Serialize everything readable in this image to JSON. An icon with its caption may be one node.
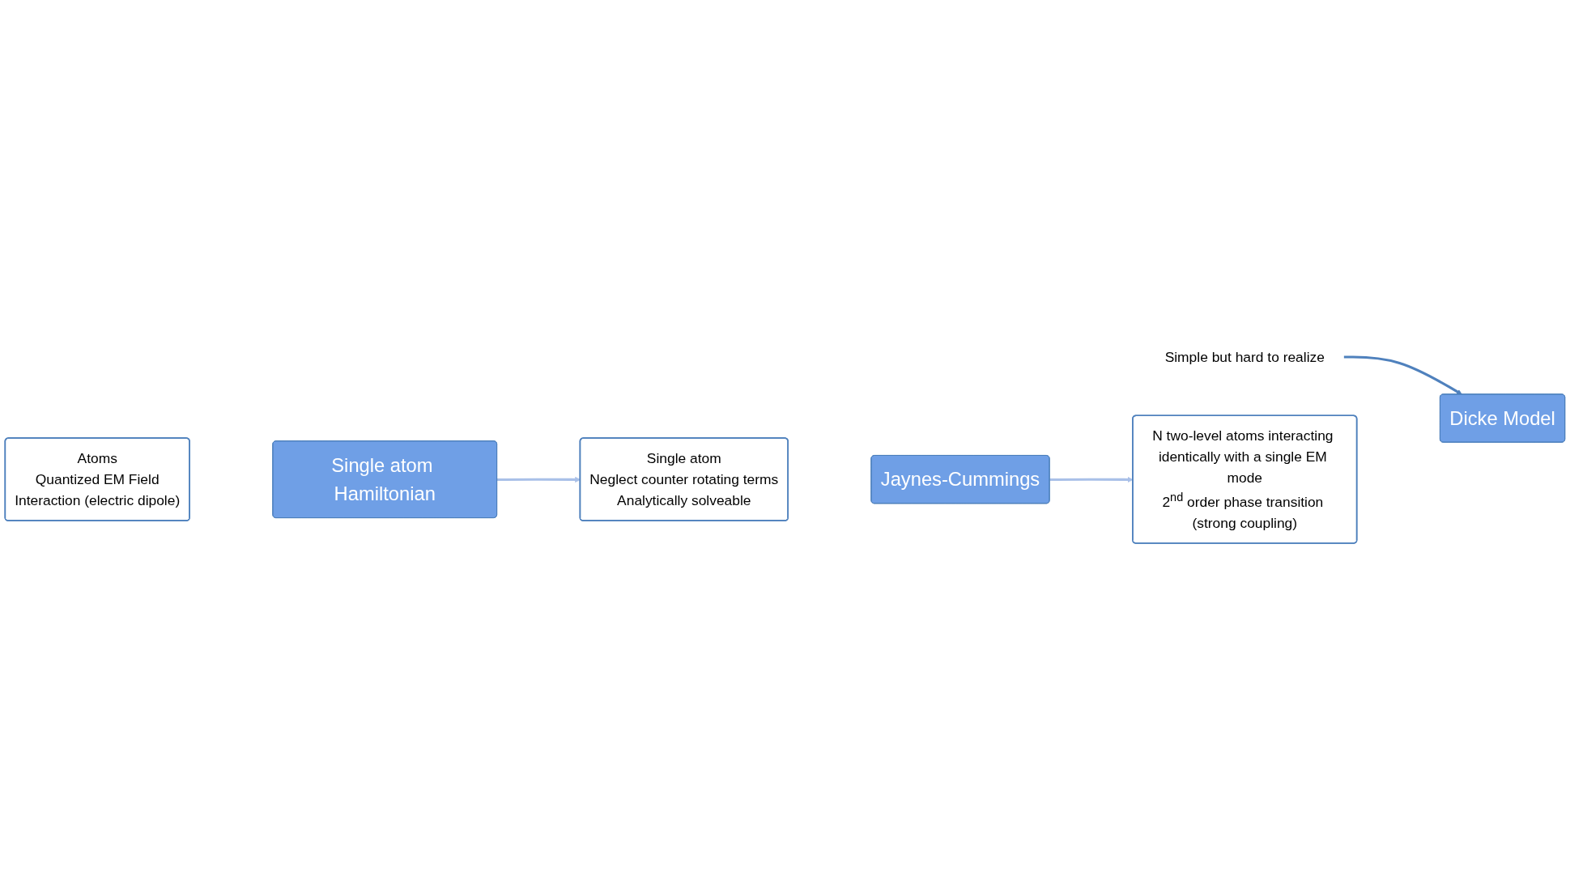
{
  "diagram": {
    "nodes": [
      {
        "text": [
          "Atoms",
          "Quantized EM Field",
          "Interaction (electric dipole)"
        ]
      },
      {
        "text": [
          "Single atom Hamiltonian"
        ]
      },
      {
        "text": [
          "Single atom",
          "Neglect counter rotating terms",
          "Analytically solveable"
        ]
      },
      {
        "text": [
          "Jaynes-Cummings"
        ]
      },
      {
        "text": [
          "N two-level atoms interacting identically with a single EM mode",
          "2$^{nd}$ order phase transition (strong coupling)"
        ]
      },
      {
        "text": [
          "Dicke Model"
        ]
      },
      {
        "text": [
          "Simple but hard to realize"
        ]
      }
    ],
    "edges": [
      {
        "from": 1,
        "to": 2,
        "arrow": "to"
      },
      {
        "from": 3,
        "to": 4,
        "arrow": "to"
      },
      {
        "from": 6,
        "to": 5,
        "arrow": "to",
        "color": "#4f81bd"
      }
    ]
  }
}
